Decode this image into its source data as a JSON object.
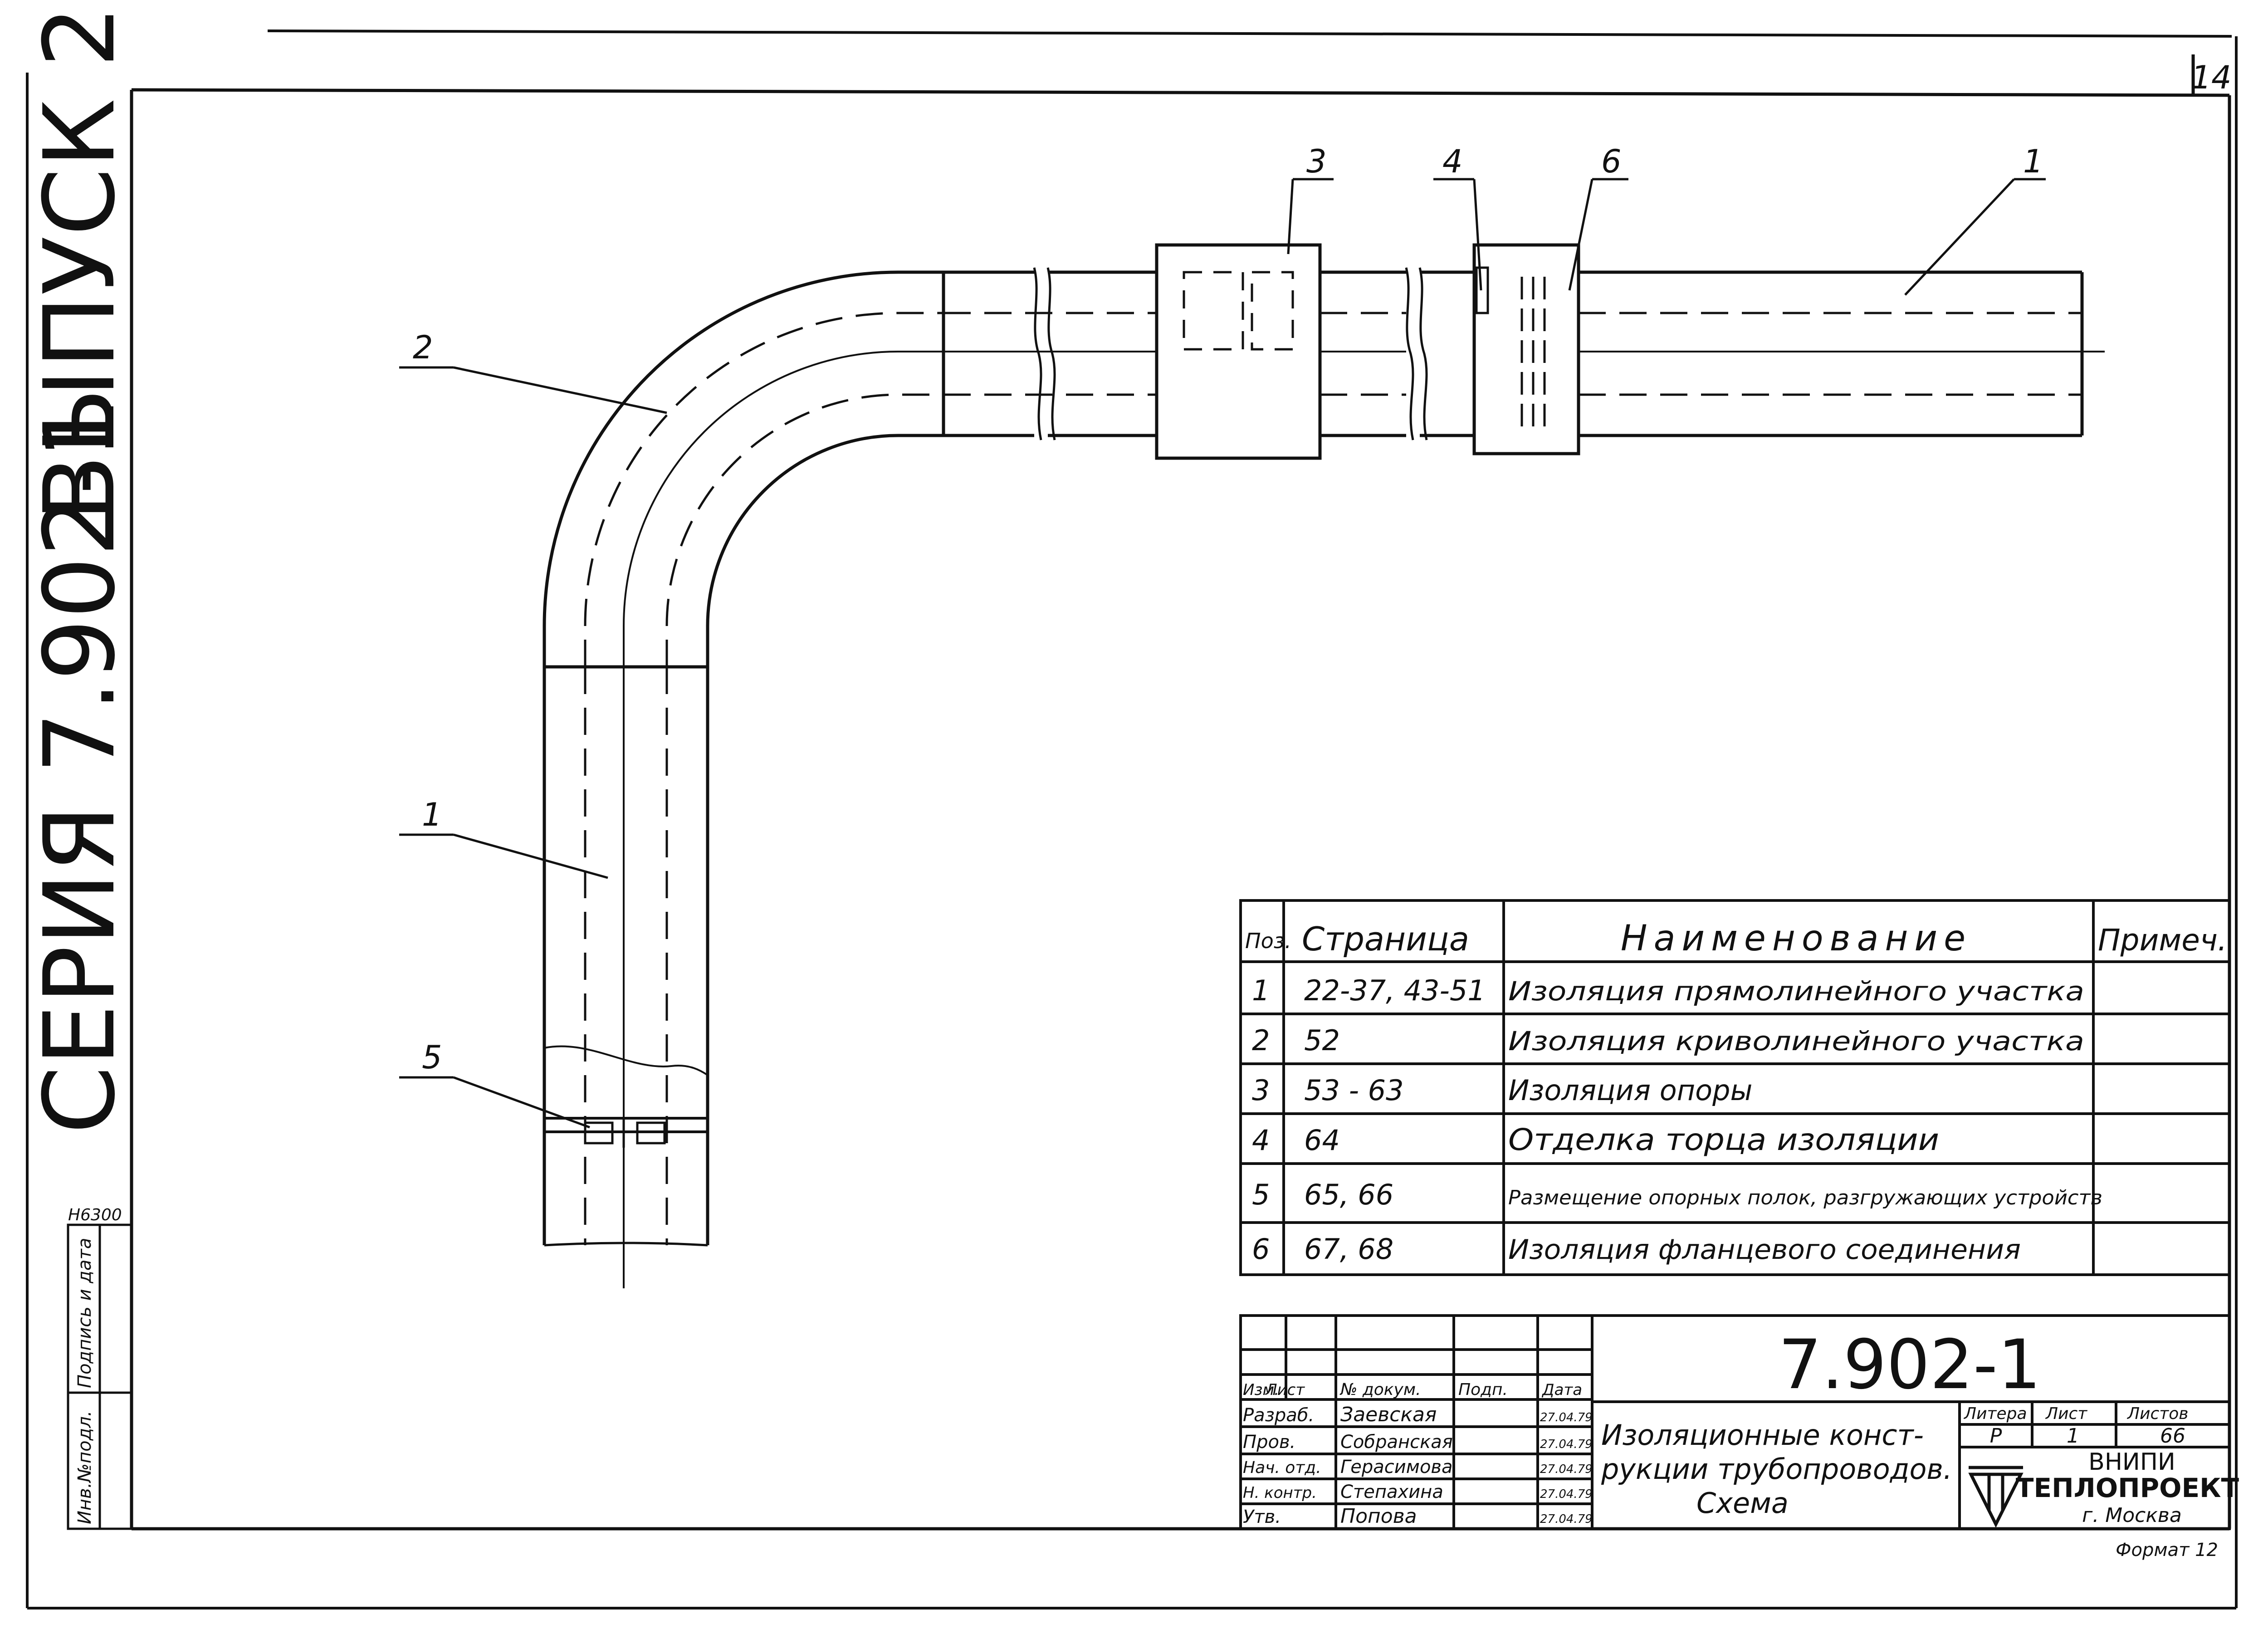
{
  "sheet": {
    "sheet_number": "14",
    "side_series": "СЕРИЯ 7.902-1",
    "side_issue": "ВЫПУСК 2",
    "margin_code": "Н6300",
    "margin_sign_date": "Подпись и дата",
    "margin_inv_no": "Инв.№подл."
  },
  "callouts": {
    "pipe_straight": "1",
    "pipe_straight_vertical": "1",
    "bend": "2",
    "support": "3",
    "end_finish": "4",
    "support_shelves": "5",
    "flange": "6"
  },
  "spec_table": {
    "headers": [
      "Поз.",
      "Страница",
      "Наименование",
      "Примеч."
    ],
    "rows": [
      {
        "pos": "1",
        "page": "22-37, 43-51",
        "name": "Изоляция прямолинейного участка",
        "note": ""
      },
      {
        "pos": "2",
        "page": "52",
        "name": "Изоляция криволинейного участка",
        "note": ""
      },
      {
        "pos": "3",
        "page": "53 - 63",
        "name": "Изоляция опоры",
        "note": ""
      },
      {
        "pos": "4",
        "page": "64",
        "name": "Отделка торца изоляции",
        "note": ""
      },
      {
        "pos": "5",
        "page": "65, 66",
        "name": "Размещение опорных полок, разгружающих устройств",
        "note": ""
      },
      {
        "pos": "6",
        "page": "67, 68",
        "name": "Изоляция фланцевого соединения",
        "note": ""
      }
    ]
  },
  "title_block": {
    "doc_code": "7.902-1",
    "title_line1": "Изоляционные конст-",
    "title_line2": "рукции трубопроводов.",
    "title_line3": "Схема",
    "rev_headers": [
      "Изм.",
      "Лист",
      "№ докум.",
      "Подп.",
      "Дата"
    ],
    "signers": [
      {
        "role": "Разраб.",
        "name": "Заевская",
        "date": "27.04.79"
      },
      {
        "role": "Пров.",
        "name": "Собранская",
        "date": "27.04.79"
      },
      {
        "role": "Нач. отд.",
        "name": "Герасимова",
        "date": "27.04.79"
      },
      {
        "role": "Н. контр.",
        "name": "Степахина",
        "date": "27.04.79"
      },
      {
        "role": "Утв.",
        "name": "Попова",
        "date": "27.04.79"
      }
    ],
    "litera_label": "Литера",
    "sheet_label": "Лист",
    "sheets_label": "Листов",
    "litera": "Р",
    "sheet": "1",
    "sheets": "66",
    "org_line1": "ВНИПИ",
    "org_line2": "ТЕПЛОПРОЕКТ",
    "org_city": "г. Москва",
    "format": "Формат 12"
  }
}
